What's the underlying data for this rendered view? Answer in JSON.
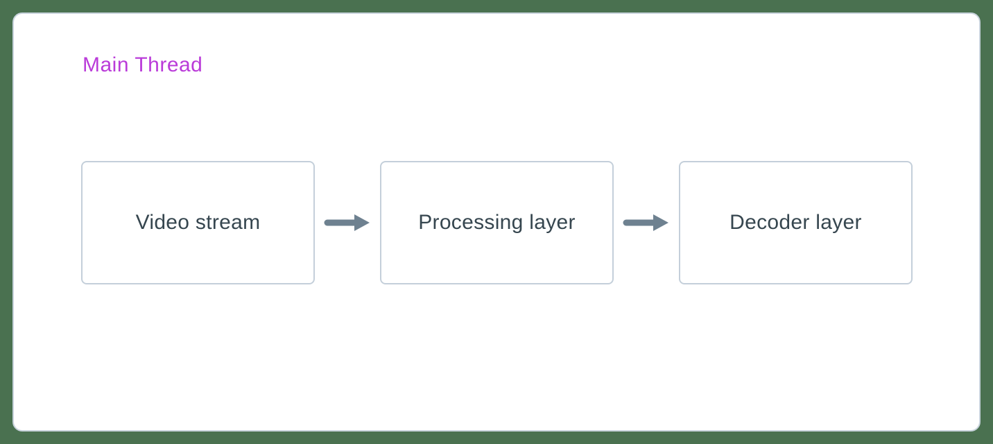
{
  "diagram": {
    "title": "Main Thread",
    "nodes": [
      {
        "label": "Video stream"
      },
      {
        "label": "Processing layer"
      },
      {
        "label": "Decoder layer"
      }
    ],
    "connections": [
      {
        "from": "Video stream",
        "to": "Processing layer",
        "icon": "arrow-right-icon"
      },
      {
        "from": "Processing layer",
        "to": "Decoder layer",
        "icon": "arrow-right-icon"
      }
    ],
    "colors": {
      "page_background": "#4A7150",
      "card_background": "#FFFFFF",
      "card_border": "#C8D3DC",
      "node_border": "#C4CFDA",
      "node_text": "#36464F",
      "arrow": "#6E8190",
      "title_text": "#BA3BD9"
    }
  }
}
